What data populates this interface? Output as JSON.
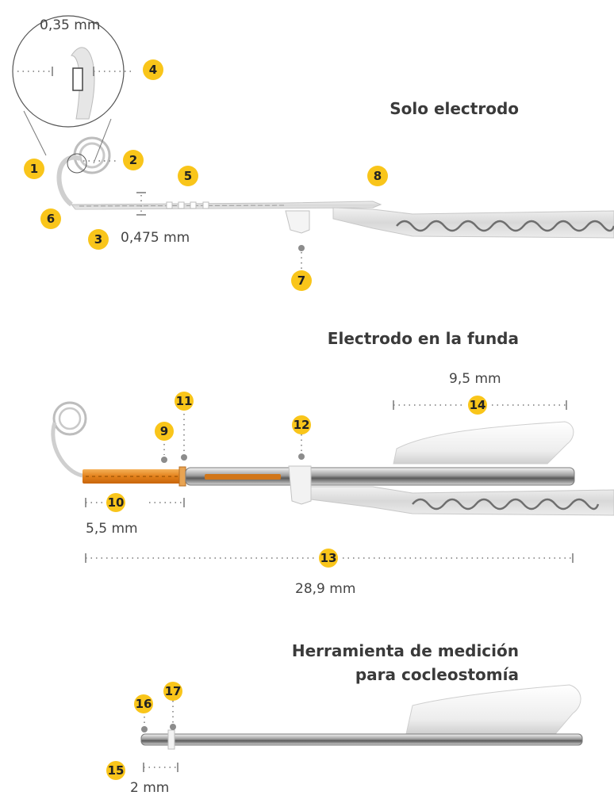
{
  "sections": {
    "solo": {
      "heading": "Solo electrodo"
    },
    "funda": {
      "heading": "Electrodo en la funda"
    },
    "herramienta": {
      "heading_line1": "Herramienta de medición",
      "heading_line2": "para cocleostomía"
    }
  },
  "measurements": {
    "m035": "0,35 mm",
    "m0475": "0,475 mm",
    "m95": "9,5 mm",
    "m55": "5,5 mm",
    "m289": "28,9 mm",
    "m2": "2 mm"
  },
  "callouts": [
    "1",
    "2",
    "3",
    "4",
    "5",
    "6",
    "7",
    "8",
    "9",
    "10",
    "11",
    "12",
    "13",
    "14",
    "15",
    "16",
    "17"
  ],
  "colors": {
    "badge": "#f9c51a",
    "sheath": "#e8891a",
    "silicone": "#d9d9d9",
    "wire": "#8a8a8a",
    "dotted": "#9a9a9a",
    "dot": "#8c8c8c",
    "text": "#3c3c3c"
  }
}
